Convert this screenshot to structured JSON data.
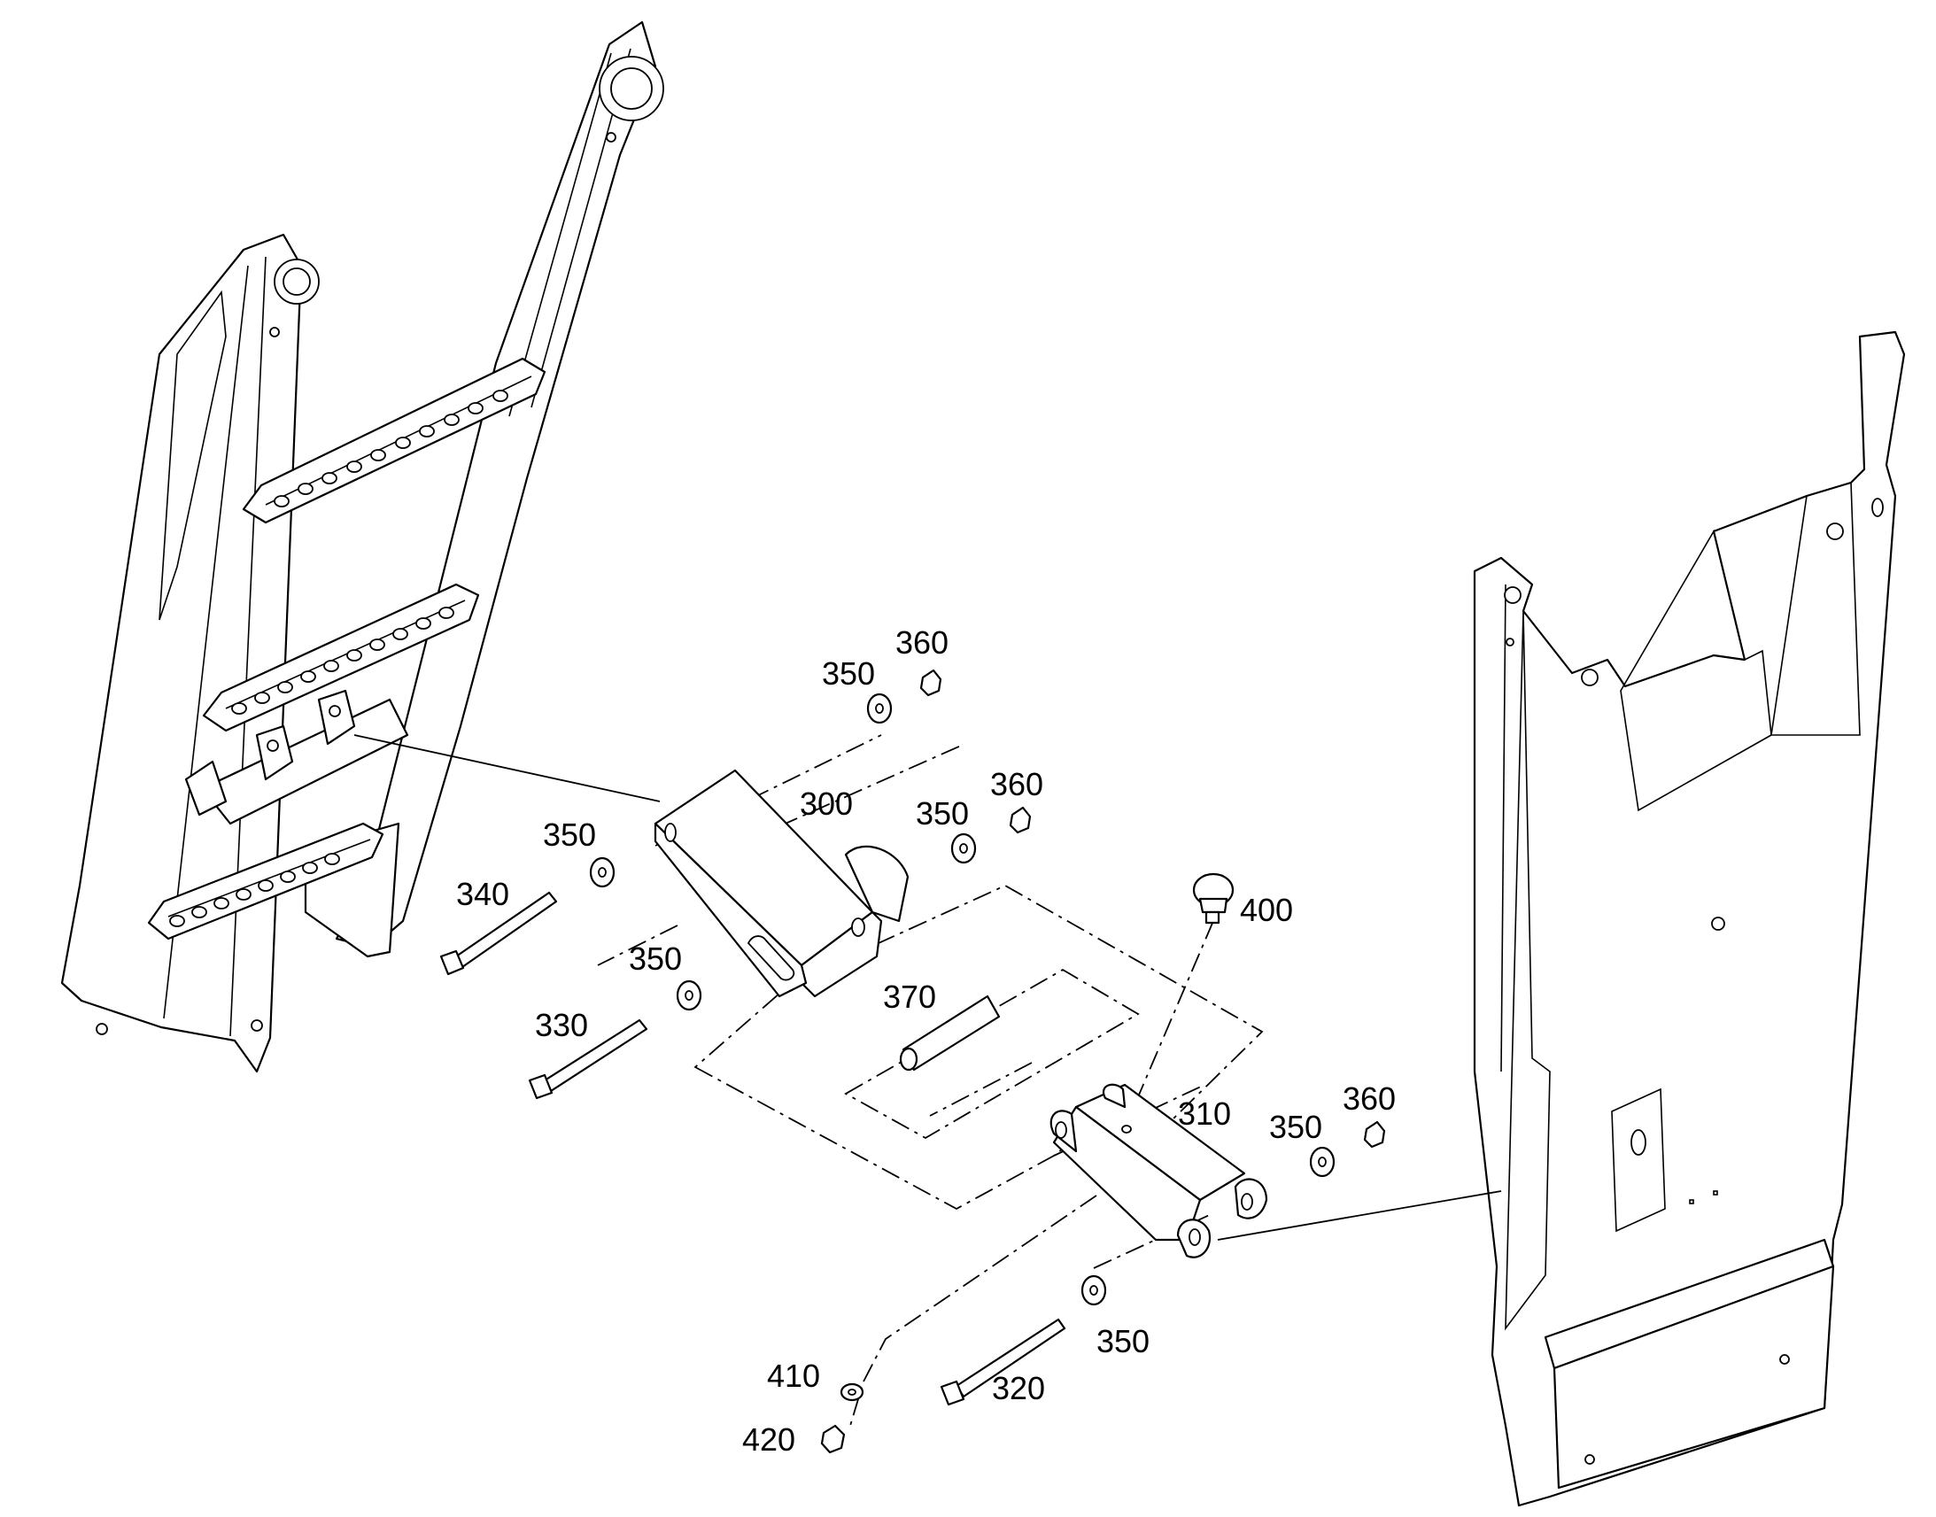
{
  "diagram": {
    "callouts": [
      {
        "id": "c360a",
        "text": "360"
      },
      {
        "id": "c350a",
        "text": "350"
      },
      {
        "id": "c300",
        "text": "300"
      },
      {
        "id": "c360b",
        "text": "360"
      },
      {
        "id": "c350b",
        "text": "350"
      },
      {
        "id": "c350c",
        "text": "350"
      },
      {
        "id": "c340",
        "text": "340"
      },
      {
        "id": "c400",
        "text": "400"
      },
      {
        "id": "c350d",
        "text": "350"
      },
      {
        "id": "c370",
        "text": "370"
      },
      {
        "id": "c330",
        "text": "330"
      },
      {
        "id": "c310",
        "text": "310"
      },
      {
        "id": "c350e",
        "text": "350"
      },
      {
        "id": "c360c",
        "text": "360"
      },
      {
        "id": "c350f",
        "text": "350"
      },
      {
        "id": "c410",
        "text": "410"
      },
      {
        "id": "c320",
        "text": "320"
      },
      {
        "id": "c420",
        "text": "420"
      }
    ]
  }
}
